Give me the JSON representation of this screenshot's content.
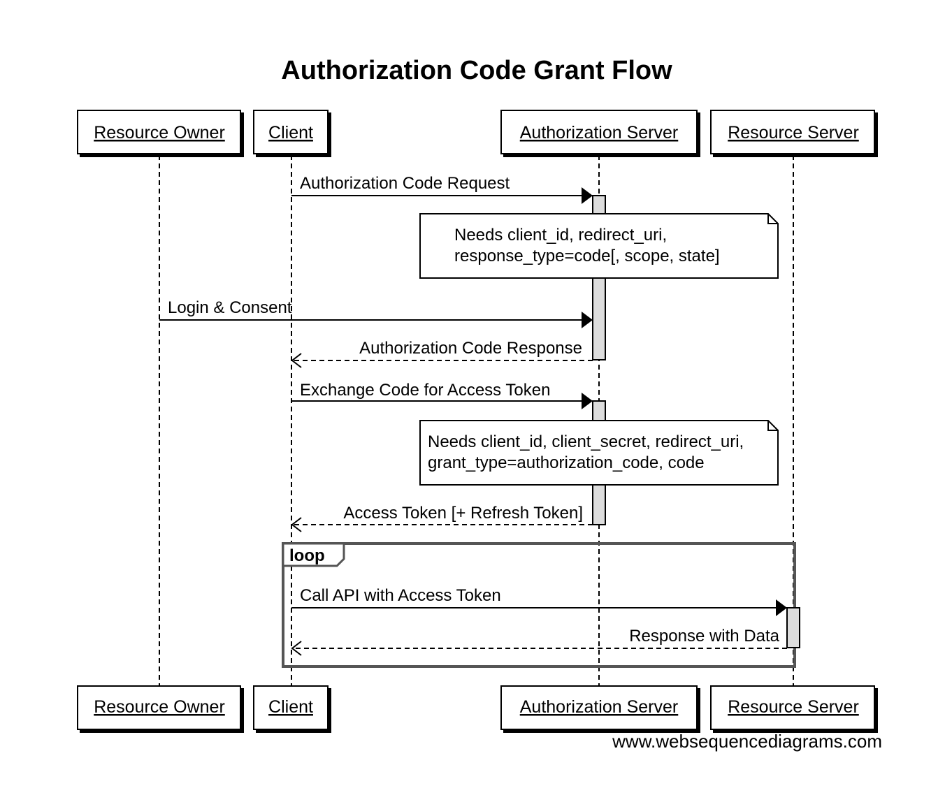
{
  "title": "Authorization Code Grant Flow",
  "watermark": "www.websequencediagrams.com",
  "participants": [
    {
      "id": "owner",
      "label": "Resource Owner"
    },
    {
      "id": "client",
      "label": "Client"
    },
    {
      "id": "auth",
      "label": "Authorization Server"
    },
    {
      "id": "resource",
      "label": "Resource Server"
    }
  ],
  "messages": [
    {
      "from": "client",
      "to": "auth",
      "label": "Authorization Code Request",
      "style": "solid"
    },
    {
      "from": "owner",
      "to": "auth",
      "label": "Login & Consent",
      "style": "solid"
    },
    {
      "from": "auth",
      "to": "client",
      "label": "Authorization Code Response",
      "style": "dashed"
    },
    {
      "from": "client",
      "to": "auth",
      "label": "Exchange Code for Access Token",
      "style": "solid"
    },
    {
      "from": "auth",
      "to": "client",
      "label": "Access Token [+ Refresh Token]",
      "style": "dashed"
    },
    {
      "from": "client",
      "to": "resource",
      "label": "Call API with Access Token",
      "style": "solid"
    },
    {
      "from": "resource",
      "to": "client",
      "label": "Response with Data",
      "style": "dashed"
    }
  ],
  "notes": [
    {
      "over": "auth",
      "lines": [
        "Needs client_id, redirect_uri,",
        "response_type=code[, scope, state]"
      ]
    },
    {
      "over": "auth",
      "lines": [
        "Needs client_id, client_secret, redirect_uri,",
        "grant_type=authorization_code, code"
      ]
    }
  ],
  "loop": {
    "label": "loop"
  },
  "colors": {
    "line": "#000000",
    "activation_fill": "#dddddd",
    "loop_border": "#555555",
    "background": "#ffffff"
  }
}
